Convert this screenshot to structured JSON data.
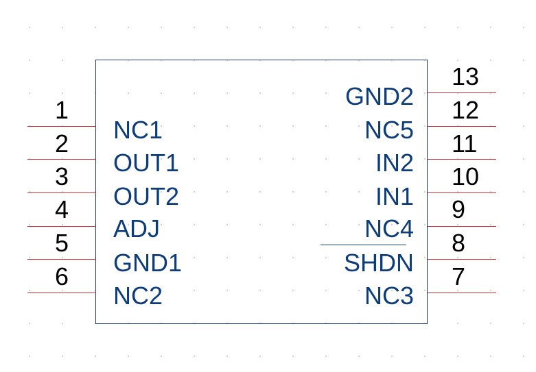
{
  "component": {
    "left_pins": [
      {
        "number": "1",
        "name": "NC1"
      },
      {
        "number": "2",
        "name": "OUT1"
      },
      {
        "number": "3",
        "name": "OUT2"
      },
      {
        "number": "4",
        "name": "ADJ"
      },
      {
        "number": "5",
        "name": "GND1"
      },
      {
        "number": "6",
        "name": "NC2"
      }
    ],
    "right_pins": [
      {
        "number": "13",
        "name": "GND2"
      },
      {
        "number": "12",
        "name": "NC5"
      },
      {
        "number": "11",
        "name": "IN2"
      },
      {
        "number": "10",
        "name": "IN1"
      },
      {
        "number": "9",
        "name": "NC4"
      },
      {
        "number": "8",
        "name": "SHDN",
        "active_low": true
      },
      {
        "number": "7",
        "name": "NC3"
      }
    ]
  },
  "colors": {
    "pin_line": "#cc2a2a",
    "pin_name": "#0d3c7a",
    "pin_number": "#000000",
    "body_outline": "#1e3a8c"
  }
}
